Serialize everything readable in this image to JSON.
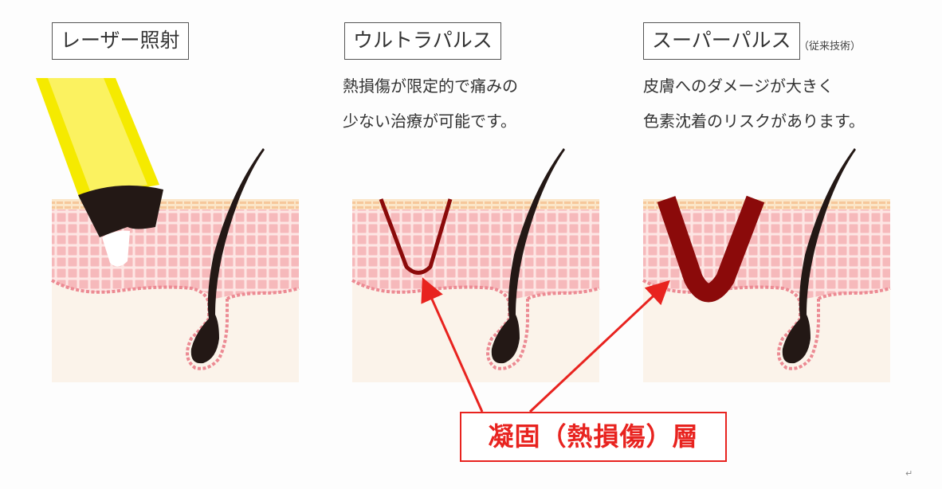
{
  "panels": [
    {
      "title": "レーザー照射",
      "lines": []
    },
    {
      "title": "ウルトラパルス",
      "lines": [
        "熱損傷が限定的で痛みの",
        "少ない治療が可能です。"
      ]
    },
    {
      "title": "スーパーパルス",
      "note": "（従来技術）",
      "lines": [
        "皮膚へのダメージが大きく",
        "色素沈着のリスクがあります。"
      ]
    }
  ],
  "callout": {
    "label": "凝固（熱損傷）層"
  },
  "paragraph_mark": "↵",
  "colors": {
    "accent": "#e8231f",
    "burn": "#8b0a0a",
    "skin_cell": "#f6b9bb",
    "dermis": "#fbf3ea",
    "laser": "#f5ea00",
    "hair": "#231815"
  }
}
